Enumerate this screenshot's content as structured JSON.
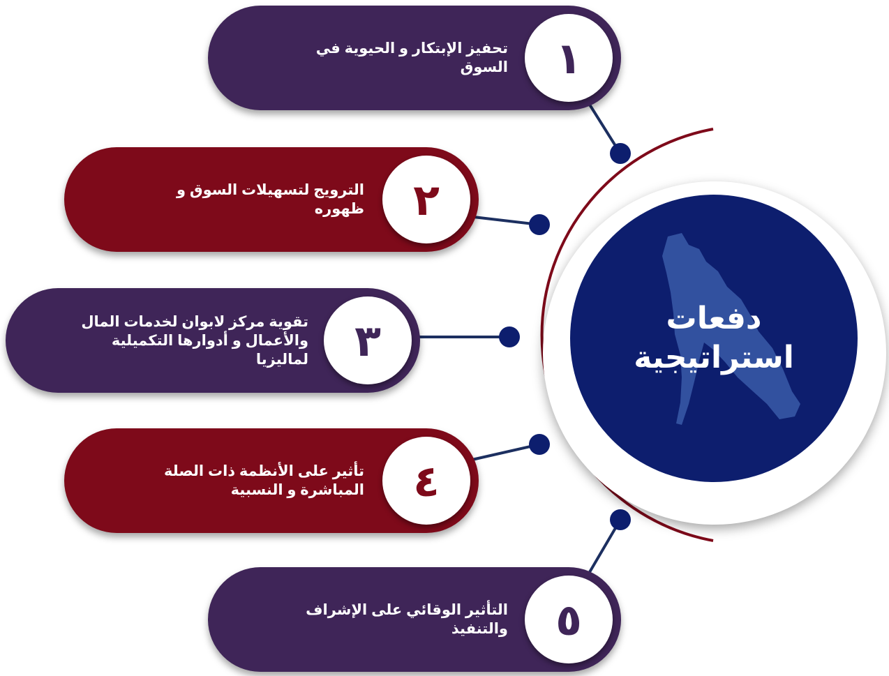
{
  "hub": {
    "title_line1": "دفعات",
    "title_line2": "استراتيجية"
  },
  "colors": {
    "purple": "#3f2558",
    "maroon": "#7e0a1a",
    "navy": "#0d1e6e",
    "arc": "#7e0a1a",
    "connector": "#1c2f60"
  },
  "items": [
    {
      "number": "١",
      "line1": "تحفيز الإبتكار و الحيوية في",
      "line2": "السوق",
      "color": "purple"
    },
    {
      "number": "٢",
      "line1": "الترويج لتسهيلات السوق و",
      "line2": "ظهوره",
      "color": "maroon"
    },
    {
      "number": "٣",
      "line1": "تقوية مركز لابوان لخدمات المال",
      "line2": "والأعمال و أدوارها التكميلية",
      "line3": "لماليزيا",
      "color": "purple"
    },
    {
      "number": "٤",
      "line1": "تأثير على الأنظمة ذات الصلة",
      "line2": "المباشرة و النسبية",
      "color": "maroon"
    },
    {
      "number": "٥",
      "line1": "التأثير الوقائي على الإشراف",
      "line2": "والتنفيذ",
      "color": "purple"
    }
  ]
}
